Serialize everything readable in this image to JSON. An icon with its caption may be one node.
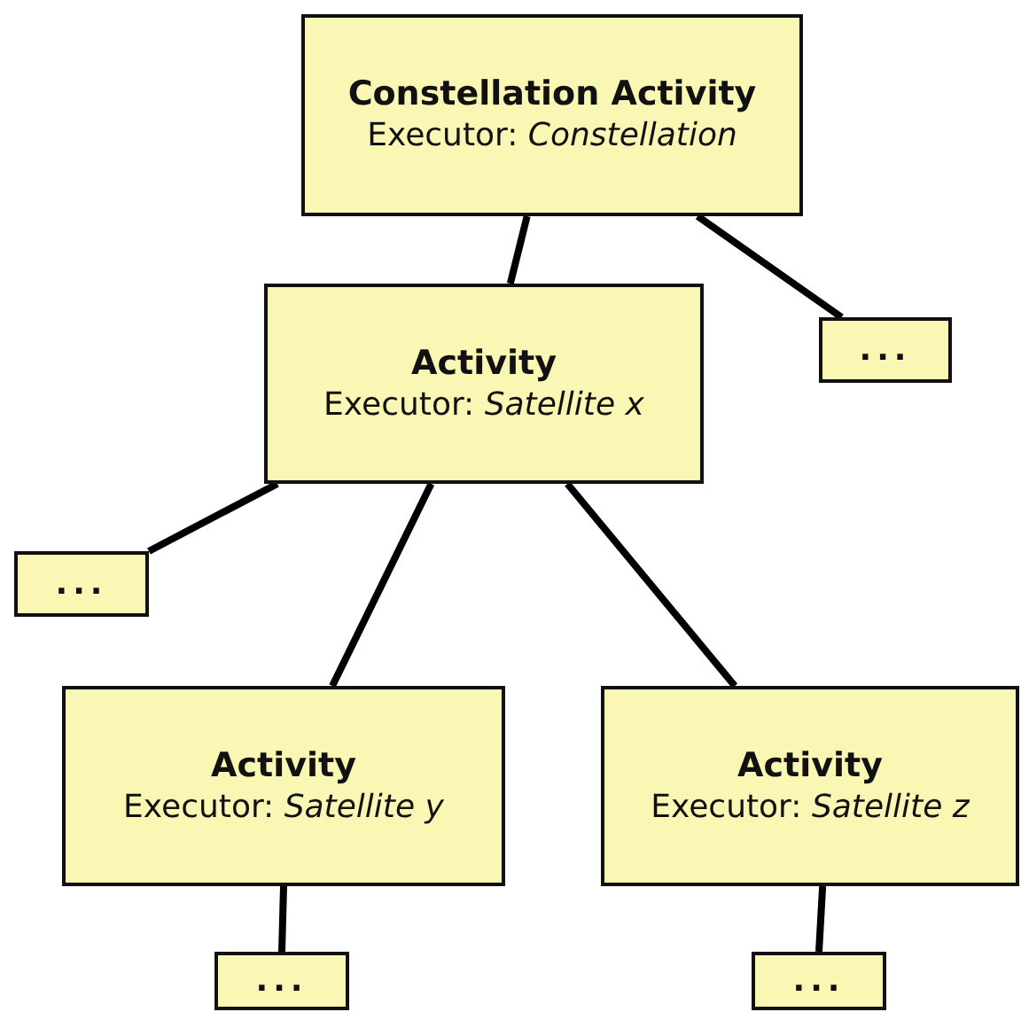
{
  "diagram": {
    "nodes": [
      {
        "text": [
          "Constellation Activity",
          "Executor: *Constellation*"
        ]
      },
      {
        "text": [
          "..."
        ]
      },
      {
        "text": [
          "Activity",
          "Executor: *Satellite x*"
        ]
      },
      {
        "text": [
          "..."
        ]
      },
      {
        "text": [
          "Activity",
          "Executor: *Satellite y*"
        ]
      },
      {
        "text": [
          "Activity",
          "Executor: *Satellite z*"
        ]
      },
      {
        "text": [
          "..."
        ]
      },
      {
        "text": [
          "..."
        ]
      }
    ],
    "edges": [
      {
        "from": 0,
        "to": 2,
        "arrow": "none"
      },
      {
        "from": 0,
        "to": 1,
        "arrow": "none"
      },
      {
        "from": 2,
        "to": 3,
        "arrow": "none"
      },
      {
        "from": 2,
        "to": 4,
        "arrow": "none"
      },
      {
        "from": 2,
        "to": 5,
        "arrow": "none"
      },
      {
        "from": 4,
        "to": 6,
        "arrow": "none"
      },
      {
        "from": 5,
        "to": 7,
        "arrow": "none"
      }
    ]
  }
}
